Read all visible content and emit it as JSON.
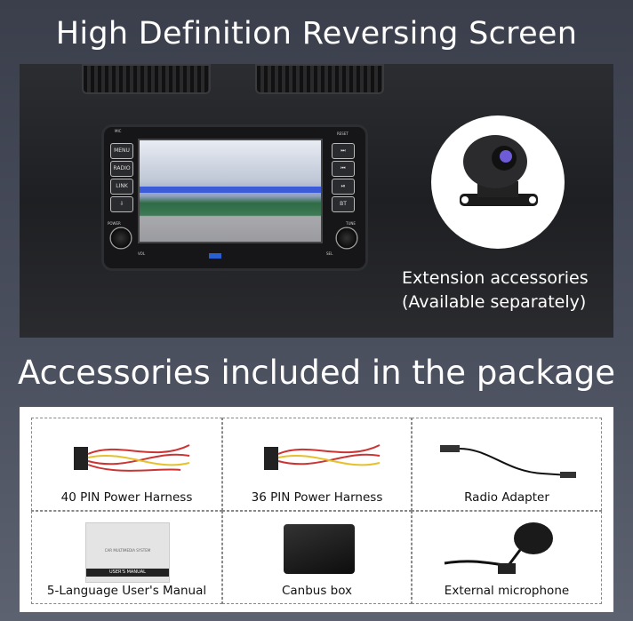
{
  "title": "High Definition Reversing Screen",
  "head_unit": {
    "left_buttons": [
      "MENU",
      "RADIO",
      "LINK",
      "⇩"
    ],
    "right_buttons": [
      "⏭",
      "⏮",
      "⏯",
      "BT"
    ],
    "labels": {
      "power": "POWER",
      "tune": "TUNE",
      "vol": "VOL",
      "reset": "RESET",
      "mic": "MIC",
      "sel": "SEL"
    }
  },
  "extension": {
    "line1": "Extension accessories",
    "line2": "(Available separately)"
  },
  "subtitle": "Accessories included in the package",
  "accessories": [
    {
      "label": "40 PIN Power Harness",
      "icon": "harness-icon"
    },
    {
      "label": "36 PIN Power Harness",
      "icon": "harness-icon"
    },
    {
      "label": "Radio Adapter",
      "icon": "antenna-adapter-icon"
    },
    {
      "label": "5-Language User's Manual",
      "icon": "manual-icon"
    },
    {
      "label": "Canbus box",
      "icon": "canbus-box-icon"
    },
    {
      "label": "External microphone",
      "icon": "microphone-icon"
    }
  ],
  "manual": {
    "system": "CAR MULTIMEDIA SYSTEM",
    "title": "USER'S MANUAL"
  }
}
